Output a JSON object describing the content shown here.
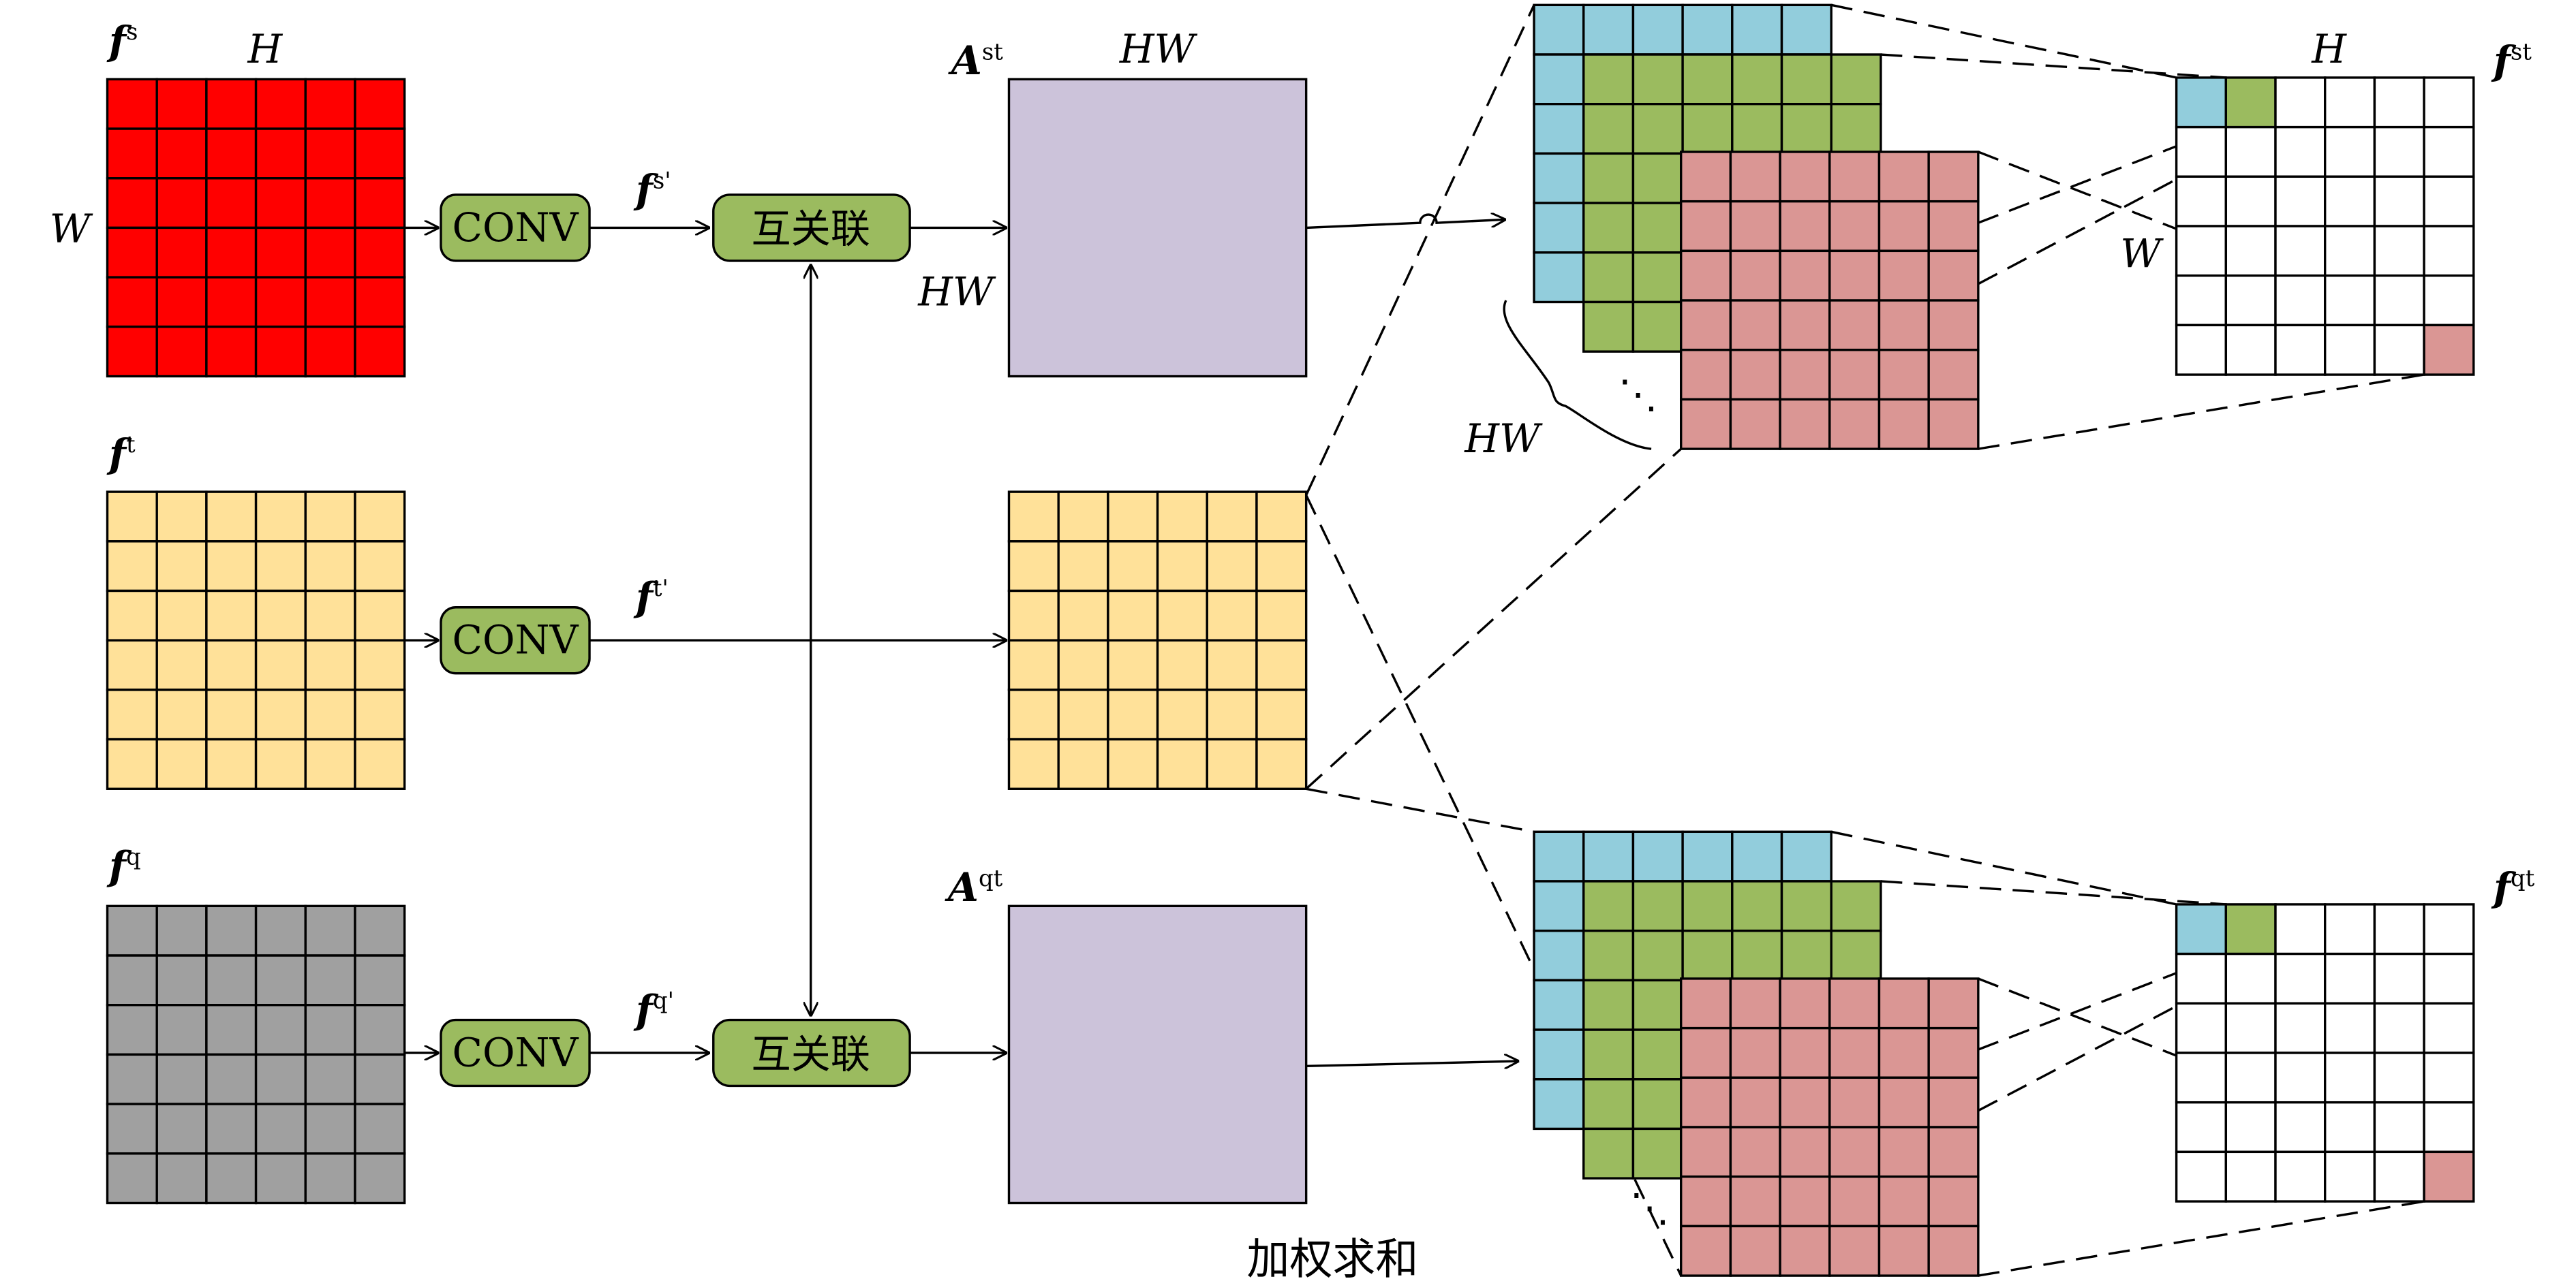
{
  "colors": {
    "red": "#ff0000",
    "yellow": "#ffe199",
    "gray": "#a0a0a0",
    "green": "#9bbb5f",
    "purple": "#ccc3da",
    "blue": "#92cddc",
    "pink": "#da9694",
    "white": "#ffffff"
  },
  "inputs": {
    "s": {
      "symbol": "f",
      "sup": "s",
      "dim_top": "H",
      "dim_left": "W"
    },
    "t": {
      "symbol": "f",
      "sup": "t"
    },
    "q": {
      "symbol": "f",
      "sup": "q"
    }
  },
  "conv_label": "CONV",
  "projected": {
    "s": {
      "symbol": "f",
      "sup": "s'"
    },
    "t": {
      "symbol": "f",
      "sup": "t'"
    },
    "q": {
      "symbol": "f",
      "sup": "q'"
    }
  },
  "corr_label": "互关联",
  "attention": {
    "st": {
      "symbol": "A",
      "sup": "st",
      "dim_top": "HW",
      "dim_left": "HW"
    },
    "qt": {
      "symbol": "A",
      "sup": "qt"
    }
  },
  "stack_dim": "HW",
  "ellipsis": "⋱",
  "outputs": {
    "st": {
      "symbol": "f",
      "sup": "st",
      "dim_top": "H",
      "dim_left": "W"
    },
    "qt": {
      "symbol": "f",
      "sup": "qt"
    }
  },
  "caption": "加权求和"
}
